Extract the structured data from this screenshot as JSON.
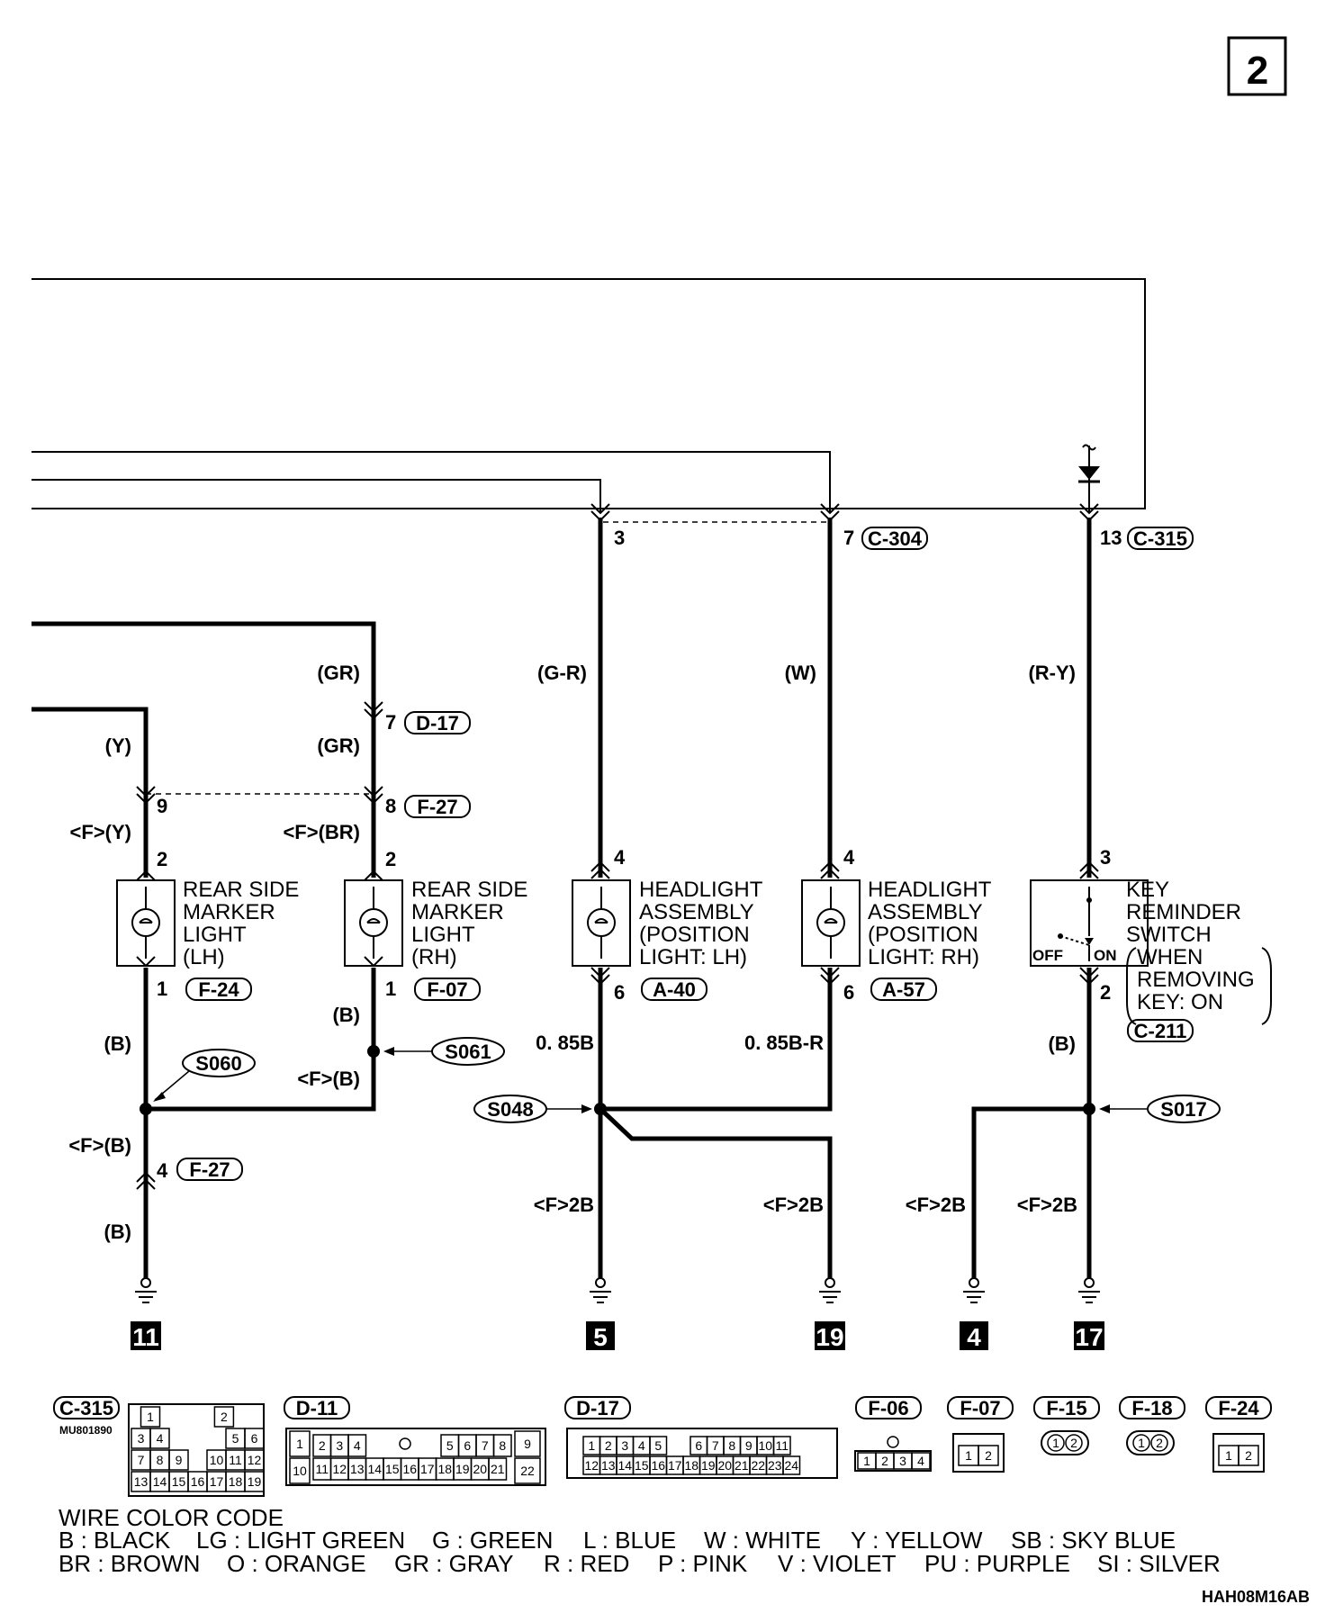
{
  "page_number": "2",
  "diagram_code": "HAH08M16AB",
  "wire_labels": {
    "gr_top": "(GR)",
    "gr_mid": "(GR)",
    "y_top": "(Y)",
    "f_y": "<F>(Y)",
    "f_br": "<F>(BR)",
    "g_r": "(G-R)",
    "w": "(W)",
    "r_y": "(R-Y)",
    "b_left": "(B)",
    "b_rh": "(B)",
    "f_b_rh": "<F>(B)",
    "f_b_left": "<F>(B)",
    "b_left_low": "(B)",
    "b085": "0. 85B",
    "b085r": "0. 85B-R",
    "b_key": "(B)",
    "f2b_1": "<F>2B",
    "f2b_2": "<F>2B",
    "f2b_3": "<F>2B",
    "f2b_4": "<F>2B"
  },
  "pins": {
    "p3": "3",
    "p7": "7",
    "p13": "13",
    "p7d": "7",
    "p8": "8",
    "p9": "9",
    "p2a": "2",
    "p2b": "2",
    "p1a": "1",
    "p1b": "1",
    "p4a": "4",
    "p4b": "4",
    "p6a": "6",
    "p6b": "6",
    "p3k": "3",
    "p2k": "2",
    "p4f": "4"
  },
  "connectors": {
    "c304": "C-304",
    "c315": "C-315",
    "d17": "D-17",
    "f27a": "F-27",
    "f24": "F-24",
    "f07": "F-07",
    "a40": "A-40",
    "a57": "A-57",
    "c211": "C-211",
    "f27b": "F-27"
  },
  "splices": {
    "s060": "S060",
    "s061": "S061",
    "s048": "S048",
    "s017": "S017"
  },
  "components": {
    "rear_lh": [
      "REAR SIDE",
      "MARKER",
      "LIGHT",
      "(LH)"
    ],
    "rear_rh": [
      "REAR SIDE",
      "MARKER",
      "LIGHT",
      "(RH)"
    ],
    "head_lh": [
      "HEADLIGHT",
      "ASSEMBLY",
      "(POSITION",
      "LIGHT: LH)"
    ],
    "head_rh": [
      "HEADLIGHT",
      "ASSEMBLY",
      "(POSITION",
      "LIGHT: RH)"
    ],
    "key_switch": [
      "KEY",
      "REMINDER",
      "SWITCH",
      "WHEN",
      "REMOVING",
      "KEY: ON"
    ],
    "off": "OFF",
    "on": "ON"
  },
  "grounds": [
    "11",
    "5",
    "19",
    "4",
    "17"
  ],
  "connector_views": {
    "c315": {
      "label": "C-315",
      "sub": "MU801890",
      "cells": [
        "1",
        "2",
        "3",
        "4",
        "5",
        "6",
        "7",
        "8",
        "9",
        "10",
        "11",
        "12",
        "13",
        "14",
        "15",
        "16",
        "17",
        "18",
        "19"
      ]
    },
    "d11": {
      "label": "D-11",
      "cells": [
        "1",
        "2",
        "3",
        "4",
        "5",
        "6",
        "7",
        "8",
        "9",
        "10",
        "11",
        "12",
        "13",
        "14",
        "15",
        "16",
        "17",
        "18",
        "19",
        "20",
        "21",
        "22"
      ]
    },
    "d17": {
      "label": "D-17",
      "cells": [
        "1",
        "2",
        "3",
        "4",
        "5",
        "6",
        "7",
        "8",
        "9",
        "10",
        "11",
        "12",
        "13",
        "14",
        "15",
        "16",
        "17",
        "18",
        "19",
        "20",
        "21",
        "22",
        "23",
        "24"
      ]
    },
    "f06": {
      "label": "F-06",
      "cells": [
        "1",
        "2",
        "3",
        "4"
      ]
    },
    "f07": {
      "label": "F-07",
      "cells": [
        "1",
        "2"
      ]
    },
    "f15": {
      "label": "F-15",
      "cells": [
        "1",
        "2"
      ]
    },
    "f18": {
      "label": "F-18",
      "cells": [
        "1",
        "2"
      ]
    },
    "f24": {
      "label": "F-24",
      "cells": [
        "1",
        "2"
      ]
    }
  },
  "wire_color_code": {
    "title": "WIRE COLOR CODE",
    "row1": [
      "B : BLACK",
      "LG : LIGHT GREEN",
      "G : GREEN",
      "L : BLUE",
      "W : WHITE",
      "Y : YELLOW",
      "SB : SKY BLUE"
    ],
    "row2": [
      "BR : BROWN",
      "O : ORANGE",
      "GR : GRAY",
      "R : RED",
      "P : PINK",
      "V : VIOLET",
      "PU : PURPLE",
      "SI : SILVER"
    ]
  }
}
